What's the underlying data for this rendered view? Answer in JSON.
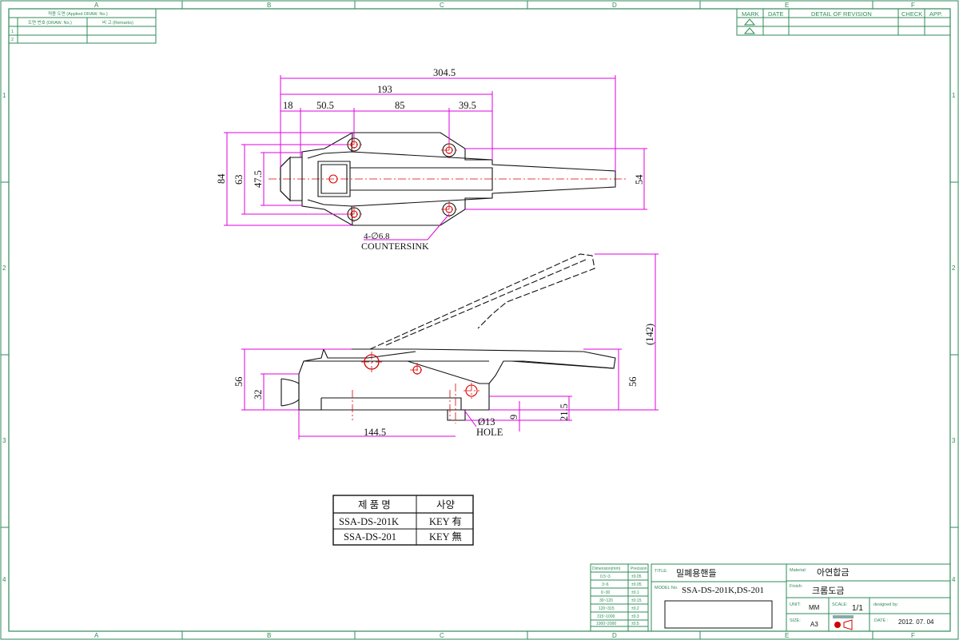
{
  "frame": {
    "cols_top": [
      "A",
      "B",
      "C",
      "D",
      "E",
      "F"
    ],
    "cols_bottom": [
      "A",
      "B",
      "C",
      "D",
      "E",
      "F"
    ],
    "rows": [
      "1",
      "2",
      "3",
      "4"
    ],
    "line_color": "#2e8b57"
  },
  "applied_table": {
    "header": "적용 도면 (Applied DRAW. No.)",
    "col1": "도면 번호 (DRAW. No.)",
    "col2": "비 고 (Remarks)",
    "rows": [
      "1",
      "2"
    ]
  },
  "revision_table": {
    "headers": [
      "MARK",
      "DATE",
      "DETAIL OF REVISION",
      "CHECK",
      "APP."
    ]
  },
  "dimensions_top": {
    "overall": "304.5",
    "d193": "193",
    "d18": "18",
    "d50_5": "50.5",
    "d85": "85",
    "d39_5": "39.5",
    "d84": "84",
    "d63": "63",
    "d47_5": "47.5",
    "d54": "54",
    "hole_note": "4-∅6.8",
    "hole_note2": "COUNTERSINK"
  },
  "dimensions_side": {
    "d142": "(142)",
    "d56_left": "56",
    "d32": "32",
    "d56_right": "56",
    "d21_5": "21.5",
    "d9": "9",
    "d144_5": "144.5",
    "hole": "Ø13",
    "hole2": "HOLE"
  },
  "spec_table": {
    "headers": [
      "제 품 명",
      "사양"
    ],
    "rows": [
      [
        "SSA-DS-201K",
        "KEY 有"
      ],
      [
        "SSA-DS-201",
        "KEY 無"
      ]
    ]
  },
  "tolerance_table": {
    "headers": [
      "Dimension(mm)",
      "Precision"
    ],
    "rows": [
      [
        "0.5~3",
        "±0.05"
      ],
      [
        "3~6",
        "±0.05"
      ],
      [
        "6~30",
        "±0.1"
      ],
      [
        "30~120",
        "±0.15"
      ],
      [
        "120~315",
        "±0.2"
      ],
      [
        "315~1000",
        "±0.3"
      ],
      [
        "1000~2000",
        "±0.5"
      ]
    ]
  },
  "title_block": {
    "title_label": "TITLE:",
    "title": "밀폐용핸들",
    "model_label": "MODEL No.",
    "model": "SSA-DS-201K,DS-201",
    "material_label": "Material:",
    "material": "아연합금",
    "finish_label": "Finish:",
    "finish": "크롬도금",
    "unit_label": "UNIT:",
    "unit": "MM",
    "scale_label": "SCALE:",
    "scale": "1/1",
    "designed_label": "designed by:",
    "size_label": "SIZE:",
    "size": "A3",
    "date_label": "DATE :",
    "date": "2012. 07. 04"
  }
}
